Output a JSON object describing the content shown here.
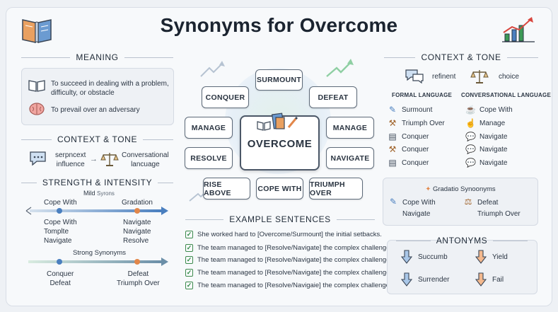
{
  "title": "Synonyms for Overcome",
  "meaning": {
    "heading": "MEANING",
    "line1": "To succeed in dealing with a problem,",
    "line2": "difficulty, or obstacle",
    "line3": "To prevail over an adversary"
  },
  "context_left": {
    "heading": "CONTEXT & TONE",
    "a1": "serpncext",
    "a2": "influence",
    "b1": "Conversational",
    "b2": "lancuage"
  },
  "strength": {
    "heading": "STRENGTH & INTENSITY",
    "mild": "Mild",
    "mild_sub": "Syrons",
    "top_left": "Cope With",
    "top_right": "Gradation",
    "mid_left": [
      "Cope With",
      "Tomplte",
      "Navigate"
    ],
    "mid_right": [
      "Navigate",
      "Navigate",
      "Resolve"
    ],
    "strong": "Strong Synonyms",
    "bot_left": [
      "Conquer",
      "Defeat"
    ],
    "bot_right": [
      "Defeat",
      "Triumph Over"
    ]
  },
  "center": {
    "label": "OVERCOME",
    "pills": {
      "surmount": "SURMOUNT",
      "conquer": "CONQUER",
      "defeat": "DEFEAT",
      "manage_l": "MANAGE",
      "manage_r": "MANAGE",
      "resolve": "RESOLVE",
      "navigate": "NAVIGATE",
      "rise_above": "RISE ABOVE",
      "cope_with": "COPE WITH",
      "triumph_over": "TRIUMPH OVER"
    }
  },
  "examples": {
    "heading": "EXAMPLE SENTENCES",
    "items": [
      "She worked hard to [Overcome/Surmount] the initial setbacks.",
      "The team managed to [Resolve/Navigate] the complex challenges.",
      "The team managed to [Resolve/Navigate] the complex challenges.",
      "The team managed to [Resolve/Navigate] the complex challenges.",
      "The team managed to [Resolve/Navigaie] the complex challenges."
    ]
  },
  "context_right": {
    "heading": "CONTEXT & TONE",
    "refinent": "refinent",
    "choice": "choice",
    "formal_head": "FORMAL LANGUAGE",
    "conv_head": "CONVERSATIONAL LANGUAGE",
    "formal": [
      "Surmount",
      "Triumph Over",
      "Conquer",
      "Conquer",
      "Conquer"
    ],
    "conversational": [
      "Cope With",
      "Manage",
      "Navigate",
      "Navigate",
      "Navigate"
    ]
  },
  "gradation": {
    "heading": "Gradatio Synoonyms",
    "left": [
      "Cope With",
      "Navigate"
    ],
    "right": [
      "Defeat",
      "Triumph Over"
    ]
  },
  "antonyms": {
    "heading": "ANTONYMS",
    "items": [
      "Succumb",
      "Yield",
      "Surrender",
      "Fail"
    ]
  },
  "colors": {
    "accent_blue": "#4a7fbf",
    "accent_orange": "#e2874a",
    "accent_green": "#3d9a56",
    "check_green": "#2f8a45"
  }
}
